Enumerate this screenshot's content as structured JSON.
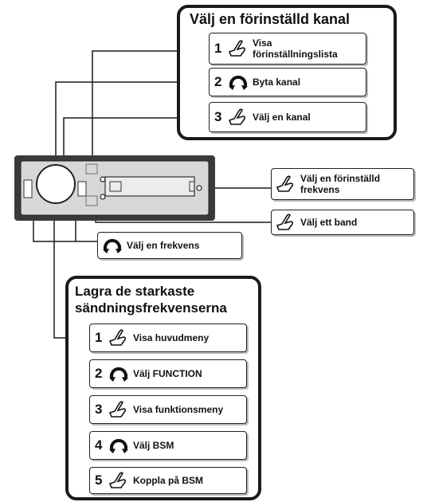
{
  "top_panel": {
    "title": "Välj en förinställd kanal",
    "steps": [
      {
        "num": "1",
        "icon": "touch-icon",
        "label": "Visa\nförinställningslista"
      },
      {
        "num": "2",
        "icon": "rotate-icon",
        "label": "Byta kanal"
      },
      {
        "num": "3",
        "icon": "touch-icon",
        "label": "Välj en kanal"
      }
    ]
  },
  "callouts": {
    "preset_frequency": "Välj en förinställd\nfrekvens",
    "band": "Välj ett band",
    "frequency": "Välj en frekvens"
  },
  "bottom_panel": {
    "title_line1": "Lagra de starkaste",
    "title_line2": "sändningsfrekvenserna",
    "steps": [
      {
        "num": "1",
        "icon": "touch-icon",
        "label": "Visa huvudmeny"
      },
      {
        "num": "2",
        "icon": "rotate-icon",
        "label": "Välj FUNCTION"
      },
      {
        "num": "3",
        "icon": "touch-icon",
        "label": "Visa funktionsmeny"
      },
      {
        "num": "4",
        "icon": "rotate-icon",
        "label": "Välj BSM"
      },
      {
        "num": "5",
        "icon": "touch-icon",
        "label": "Koppla på BSM"
      }
    ]
  },
  "colors": {
    "line": "#1a1a1a",
    "device_face": "#d8d8d8",
    "device_frame": "#3a3a3a"
  }
}
